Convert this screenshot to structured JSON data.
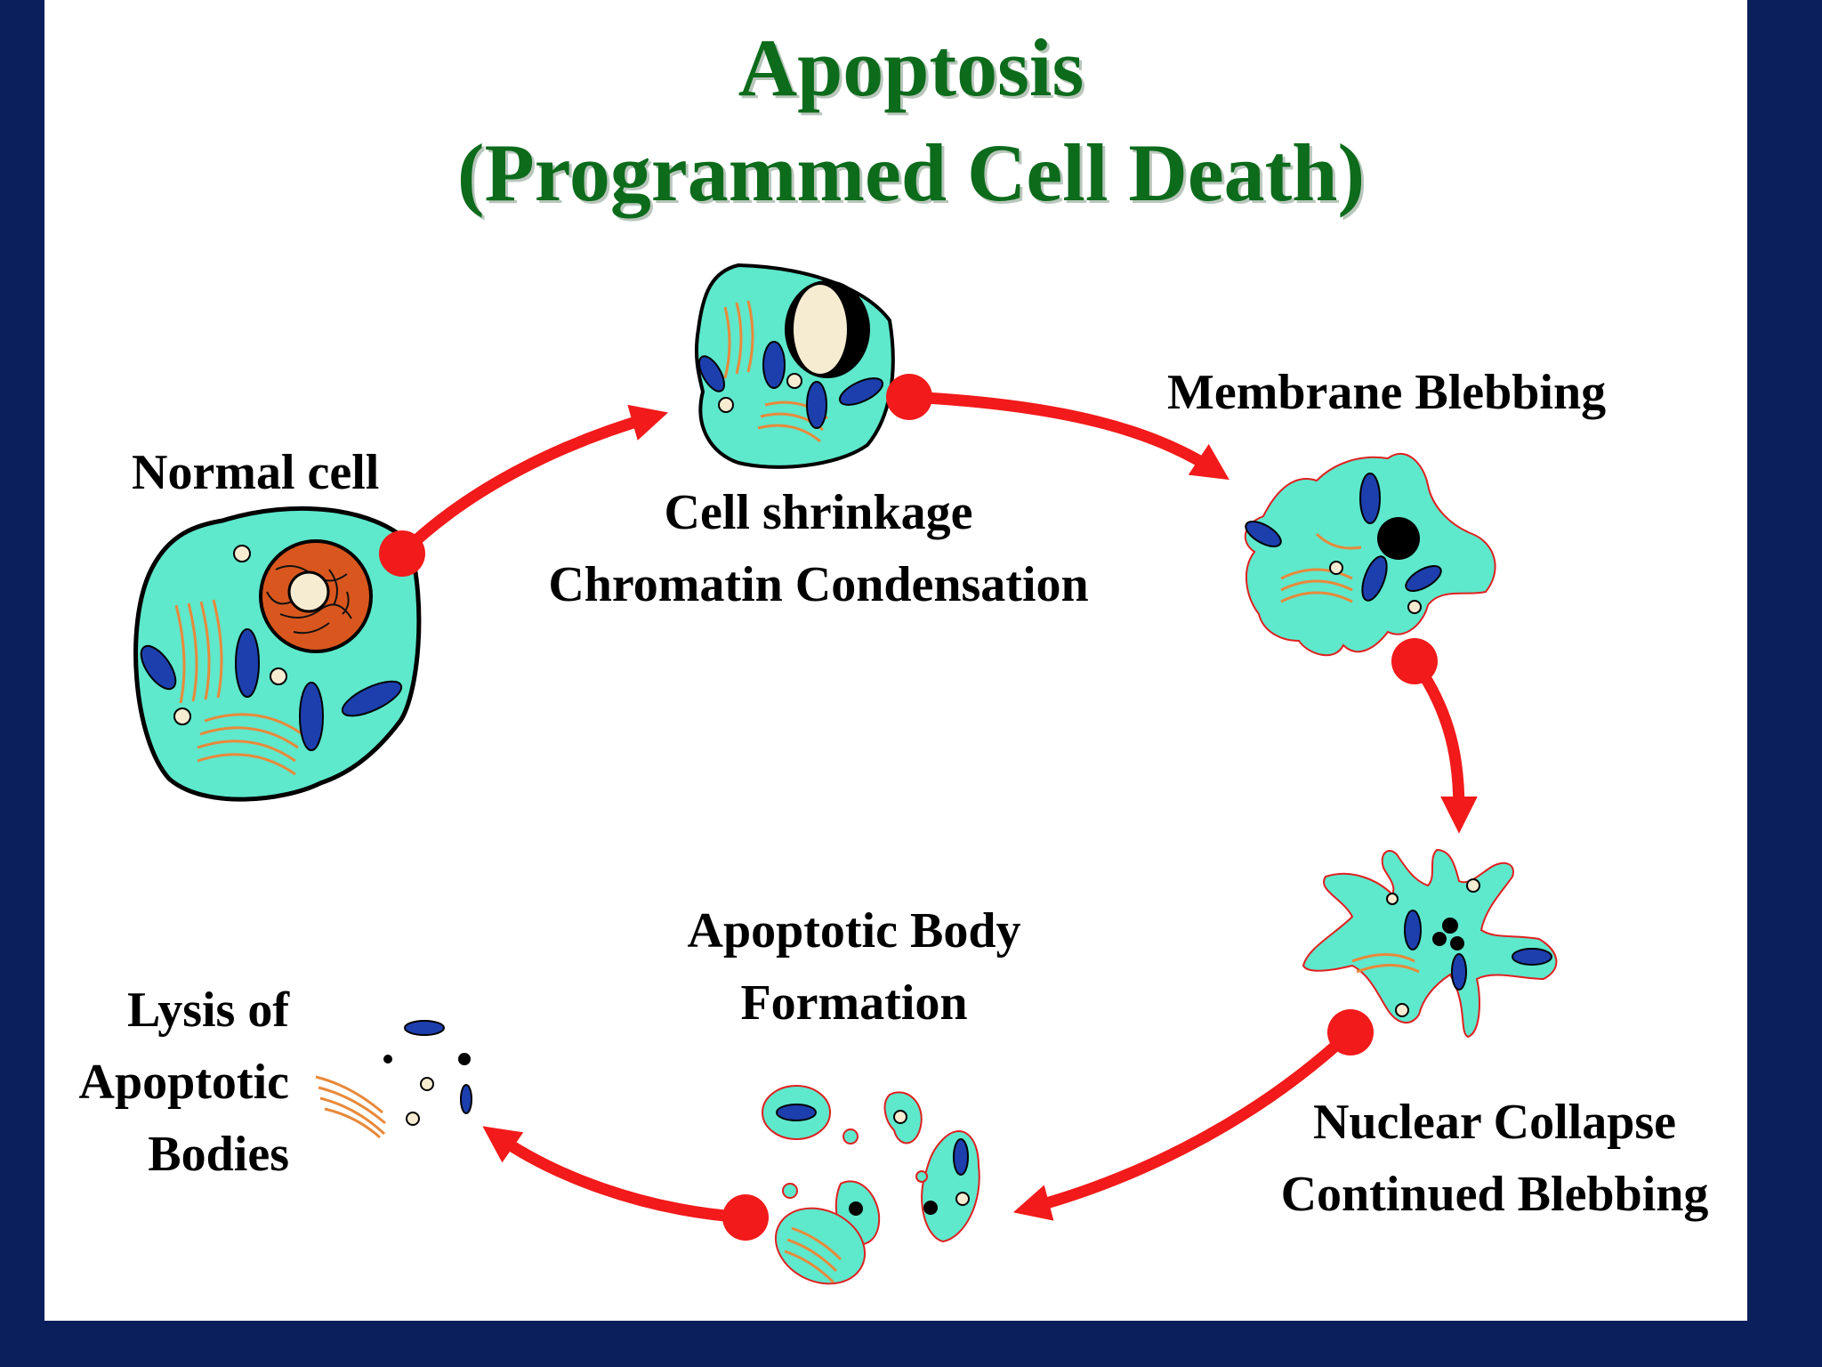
{
  "title": {
    "line1": "Apoptosis",
    "line2": "(Programmed Cell Death)"
  },
  "stages": {
    "normal": "Normal cell",
    "shrinkage_1": "Cell shrinkage",
    "shrinkage_2": "Chromatin Condensation",
    "blebbing": "Membrane Blebbing",
    "collapse_1": "Nuclear Collapse",
    "collapse_2": "Continued Blebbing",
    "body_1": "Apoptotic Body",
    "body_2": "Formation",
    "lysis_1": "Lysis of",
    "lysis_2": "Apoptotic",
    "lysis_3": "Bodies"
  },
  "colors": {
    "background": "#0b1f5c",
    "slide": "#ffffff",
    "title": "#0d6b1c",
    "arrow": "#f21a1a",
    "cytoplasm": "#5ee8cc",
    "nucleus": "#d9571e",
    "mitochondria": "#1d3fae",
    "golgi": "#e8893a"
  }
}
